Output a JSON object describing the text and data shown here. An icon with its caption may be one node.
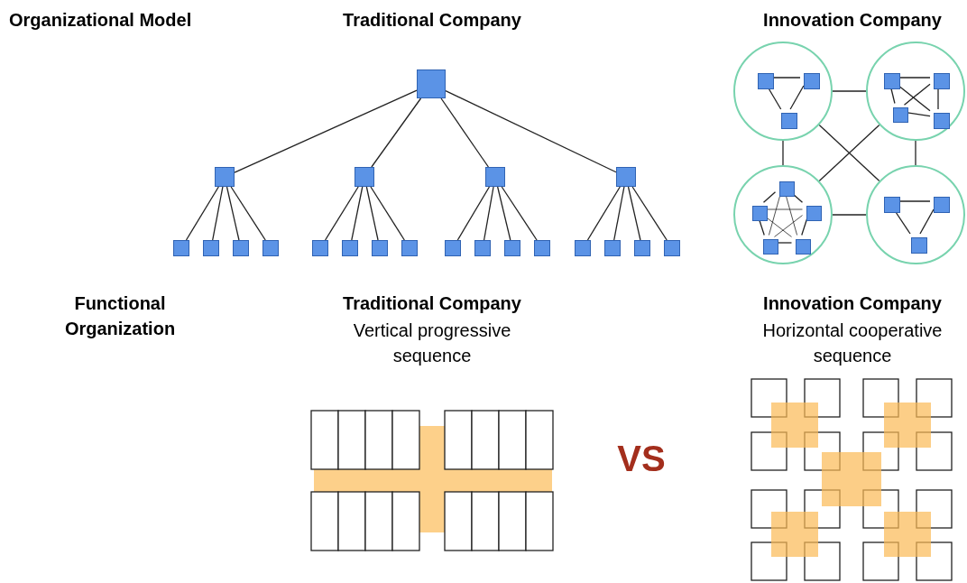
{
  "diagram": {
    "nodes": [
      {
        "text": [],
        "shape": "box"
      },
      {
        "text": [],
        "shape": "box"
      },
      {
        "text": [],
        "shape": "box"
      },
      {
        "text": [],
        "shape": "box"
      },
      {
        "text": [],
        "shape": "box"
      },
      {
        "text": [],
        "shape": "box"
      },
      {
        "text": [],
        "shape": "box"
      },
      {
        "text": [],
        "shape": "box"
      },
      {
        "text": [],
        "shape": "box"
      },
      {
        "text": [],
        "shape": "box"
      },
      {
        "text": [],
        "shape": "box"
      },
      {
        "text": [],
        "shape": "box"
      },
      {
        "text": [],
        "shape": "box"
      },
      {
        "text": [],
        "shape": "box"
      },
      {
        "text": [],
        "shape": "box"
      },
      {
        "text": [],
        "shape": "box"
      },
      {
        "text": [],
        "shape": "box"
      },
      {
        "text": [],
        "shape": "box"
      },
      {
        "text": [],
        "shape": "box"
      },
      {
        "text": [],
        "shape": "box"
      },
      {
        "text": [],
        "shape": "box"
      },
      {
        "text": [],
        "shape": "circle"
      },
      {
        "text": [],
        "shape": "box",
        "in": 21
      },
      {
        "text": [],
        "shape": "box",
        "in": 21
      },
      {
        "text": [],
        "shape": "box",
        "in": 21
      },
      {
        "text": [],
        "shape": "circle"
      },
      {
        "text": [],
        "shape": "box",
        "in": 25
      },
      {
        "text": [],
        "shape": "box",
        "in": 25
      },
      {
        "text": [],
        "shape": "box",
        "in": 25
      },
      {
        "text": [],
        "shape": "box",
        "in": 25
      },
      {
        "text": [],
        "shape": "circle"
      },
      {
        "text": [],
        "shape": "box",
        "in": 30
      },
      {
        "text": [],
        "shape": "box",
        "in": 30
      },
      {
        "text": [],
        "shape": "box",
        "in": 30
      },
      {
        "text": [],
        "shape": "box",
        "in": 30
      },
      {
        "text": [],
        "shape": "box",
        "in": 30
      },
      {
        "text": [],
        "shape": "circle"
      },
      {
        "text": [],
        "shape": "box",
        "in": 36
      },
      {
        "text": [],
        "shape": "box",
        "in": 36
      },
      {
        "text": [],
        "shape": "box",
        "in": 36
      }
    ],
    "edges": [
      {
        "from": 0,
        "to": 1,
        "arrow": "none"
      },
      {
        "from": 0,
        "to": 2,
        "arrow": "none"
      },
      {
        "from": 0,
        "to": 3,
        "arrow": "none"
      },
      {
        "from": 0,
        "to": 4,
        "arrow": "none"
      },
      {
        "from": 1,
        "to": 5,
        "arrow": "none"
      },
      {
        "from": 1,
        "to": 6,
        "arrow": "none"
      },
      {
        "from": 1,
        "to": 7,
        "arrow": "none"
      },
      {
        "from": 1,
        "to": 8,
        "arrow": "none"
      },
      {
        "from": 2,
        "to": 9,
        "arrow": "none"
      },
      {
        "from": 2,
        "to": 10,
        "arrow": "none"
      },
      {
        "from": 2,
        "to": 11,
        "arrow": "none"
      },
      {
        "from": 2,
        "to": 12,
        "arrow": "none"
      },
      {
        "from": 3,
        "to": 13,
        "arrow": "none"
      },
      {
        "from": 3,
        "to": 14,
        "arrow": "none"
      },
      {
        "from": 3,
        "to": 15,
        "arrow": "none"
      },
      {
        "from": 3,
        "to": 16,
        "arrow": "none"
      },
      {
        "from": 4,
        "to": 17,
        "arrow": "none"
      },
      {
        "from": 4,
        "to": 18,
        "arrow": "none"
      },
      {
        "from": 4,
        "to": 19,
        "arrow": "none"
      },
      {
        "from": 4,
        "to": 20,
        "arrow": "none"
      },
      {
        "from": 21,
        "to": 25,
        "arrow": "none"
      },
      {
        "from": 21,
        "to": 30,
        "arrow": "none"
      },
      {
        "from": 25,
        "to": 36,
        "arrow": "none"
      },
      {
        "from": 30,
        "to": 36,
        "arrow": "none"
      },
      {
        "from": 21,
        "to": 36,
        "arrow": "none"
      },
      {
        "from": 25,
        "to": 30,
        "arrow": "none"
      },
      {
        "from": 22,
        "to": 23,
        "arrow": "none"
      },
      {
        "from": 22,
        "to": 24,
        "arrow": "none"
      },
      {
        "from": 23,
        "to": 24,
        "arrow": "none"
      },
      {
        "from": 26,
        "to": 27,
        "arrow": "none"
      },
      {
        "from": 26,
        "to": 28,
        "arrow": "none"
      },
      {
        "from": 27,
        "to": 29,
        "arrow": "none"
      },
      {
        "from": 28,
        "to": 29,
        "arrow": "none"
      },
      {
        "from": 26,
        "to": 29,
        "arrow": "none"
      },
      {
        "from": 27,
        "to": 28,
        "arrow": "none"
      },
      {
        "from": 31,
        "to": 32,
        "arrow": "none"
      },
      {
        "from": 31,
        "to": 33,
        "arrow": "none"
      },
      {
        "from": 32,
        "to": 34,
        "arrow": "none"
      },
      {
        "from": 33,
        "to": 35,
        "arrow": "none"
      },
      {
        "from": 34,
        "to": 35,
        "arrow": "none"
      },
      {
        "from": 31,
        "to": 34,
        "arrow": "none"
      },
      {
        "from": 31,
        "to": 35,
        "arrow": "none"
      },
      {
        "from": 32,
        "to": 33,
        "arrow": "none"
      },
      {
        "from": 32,
        "to": 35,
        "arrow": "none"
      },
      {
        "from": 33,
        "to": 34,
        "arrow": "none"
      },
      {
        "from": 37,
        "to": 38,
        "arrow": "none"
      },
      {
        "from": 37,
        "to": 39,
        "arrow": "none"
      },
      {
        "from": 38,
        "to": 39,
        "arrow": "none"
      }
    ],
    "labels": [
      "Organizational Model",
      "Traditional Company",
      "Innovation Company",
      "Functional Organization",
      "Traditional Company",
      "Vertical progressive sequence",
      "Innovation Company",
      "Horizontal cooperative sequence",
      "VS"
    ]
  }
}
